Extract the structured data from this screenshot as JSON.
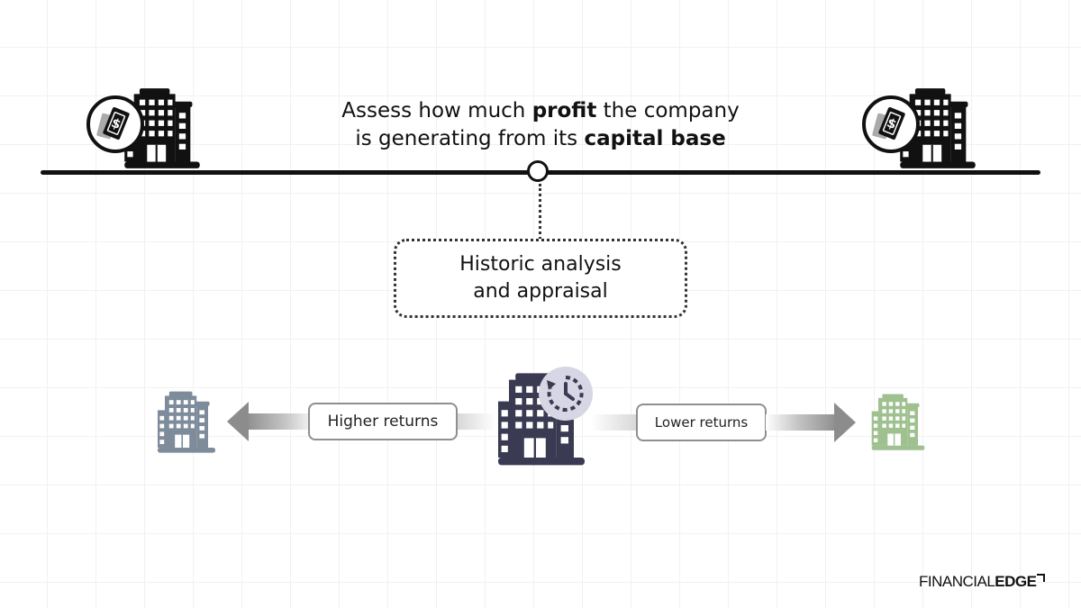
{
  "headline": {
    "line1_pre": "Assess how much ",
    "line1_bold": "profit",
    "line1_post": " the company",
    "line2_pre": "is generating from its ",
    "line2_bold": "capital base"
  },
  "historic_box": {
    "line1": "Historic analysis",
    "line2": "and appraisal"
  },
  "returns": {
    "higher_label": "Higher returns",
    "lower_label": "Lower returns"
  },
  "logo": {
    "part1": "FINANCIAL",
    "part2": "EDGE"
  },
  "icons": {
    "left_top": "building-with-money-icon",
    "right_top": "building-with-money-icon",
    "center": "building-with-clock-icon",
    "left": "building-icon",
    "right": "building-icon"
  },
  "colors": {
    "black": "#111111",
    "center_building": "#3a3a52",
    "higher_building": "#7e8b9b",
    "lower_building": "#9fc08f",
    "clock_badge": "#d6d6e4"
  }
}
